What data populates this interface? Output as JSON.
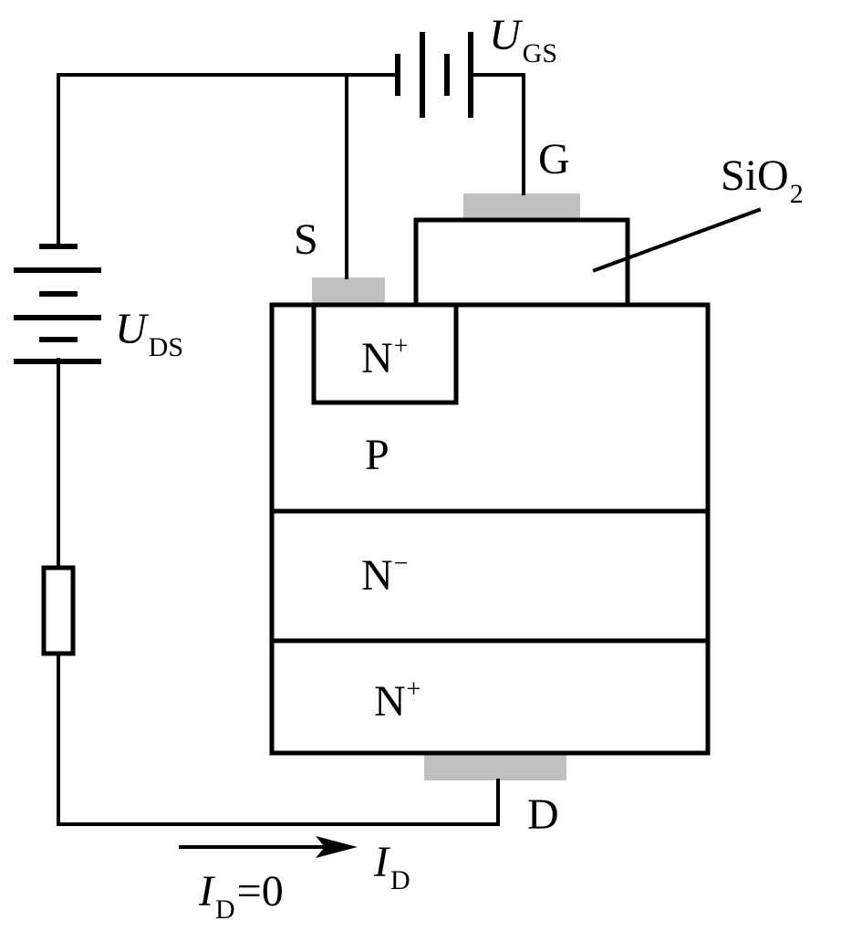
{
  "labels": {
    "ugs_main": "U",
    "ugs_sub": "GS",
    "uds_main": "U",
    "uds_sub": "DS",
    "gate": "G",
    "source": "S",
    "drain": "D",
    "oxide_main": "SiO",
    "oxide_sub": "2",
    "nplus_top_main": "N",
    "nplus_top_sup": "+",
    "p_region": "P",
    "nminus_main": "N",
    "nminus_sup": "−",
    "nplus_bottom_main": "N",
    "nplus_bottom_sup": "+",
    "id_arrow_main": "I",
    "id_arrow_sub": "D",
    "id_eq_main": "I",
    "id_eq_sub": "D",
    "id_eq_value": "=0"
  },
  "colors": {
    "line": "#000000",
    "contact": "#c0c0c0",
    "background": "#ffffff"
  }
}
